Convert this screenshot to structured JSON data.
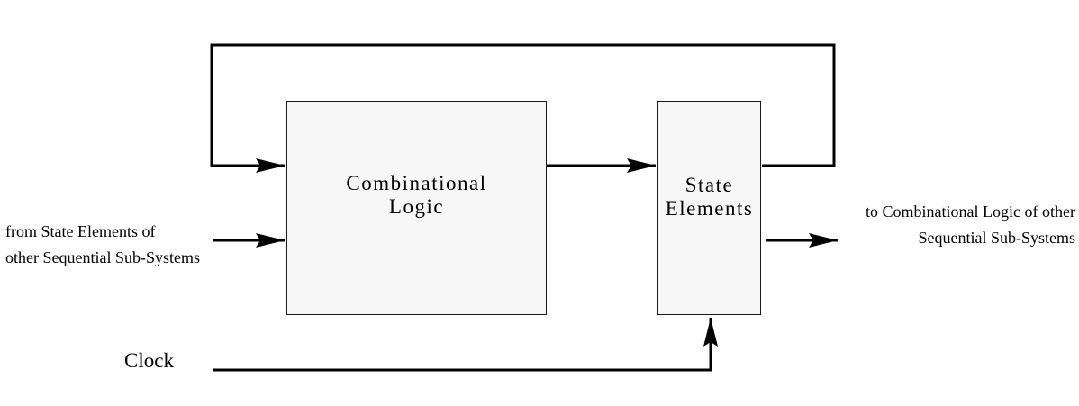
{
  "blocks": {
    "combinational_logic": "Combinational\nLogic",
    "state_elements": "State\nElements"
  },
  "labels": {
    "input": "from State Elements of\nother Sequential Sub-Systems",
    "output": "to Combinational Logic of other\nSequential Sub-Systems",
    "clock": "Clock"
  },
  "colors": {
    "block_fill": "#f7f7f7",
    "line": "#000000"
  }
}
